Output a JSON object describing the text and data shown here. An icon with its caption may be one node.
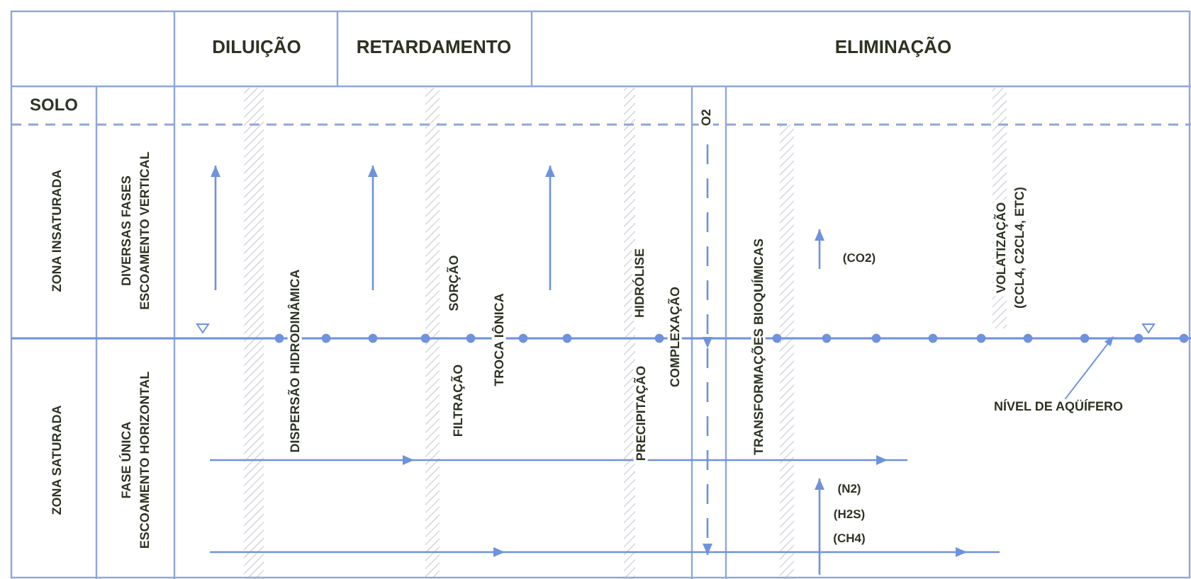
{
  "diagram": {
    "nodes": [
      {
        "text": [
          "NÍVEL DE AQÜÍFERO"
        ]
      },
      {
        "text": [],
        "shape": "line"
      }
    ],
    "edges": [
      {
        "from": 0,
        "to": 1,
        "arrow": "to"
      }
    ],
    "labels": [
      "DILUIÇÃO",
      "RETARDAMENTO",
      "ELIMINAÇÃO",
      "SOLO",
      "O2",
      "ZONA INSATURADA",
      "DIVERSAS FASES",
      "ESCOAMENTO VERTICAL",
      "VOLATIZAÇÃO",
      "(CCL4, C2CL4, ETC)",
      "(CO2)",
      "SORÇÃO",
      "HIDRÓLISE",
      "DISPERSÃO HIDRODINÂMICA",
      "TROCA IÔNICA",
      "COMPLEXAÇÃO",
      "TRANSFORMAÇÕES BIOQUÍMICAS",
      "ZONA SATURADA",
      "FASE ÚNICA",
      "ESCOAMENTO HORIZONTAL",
      "FILTRAÇÃO",
      "PRECIPITAÇÃO",
      "(N2)",
      "(H2S)",
      "(CH4)"
    ]
  }
}
